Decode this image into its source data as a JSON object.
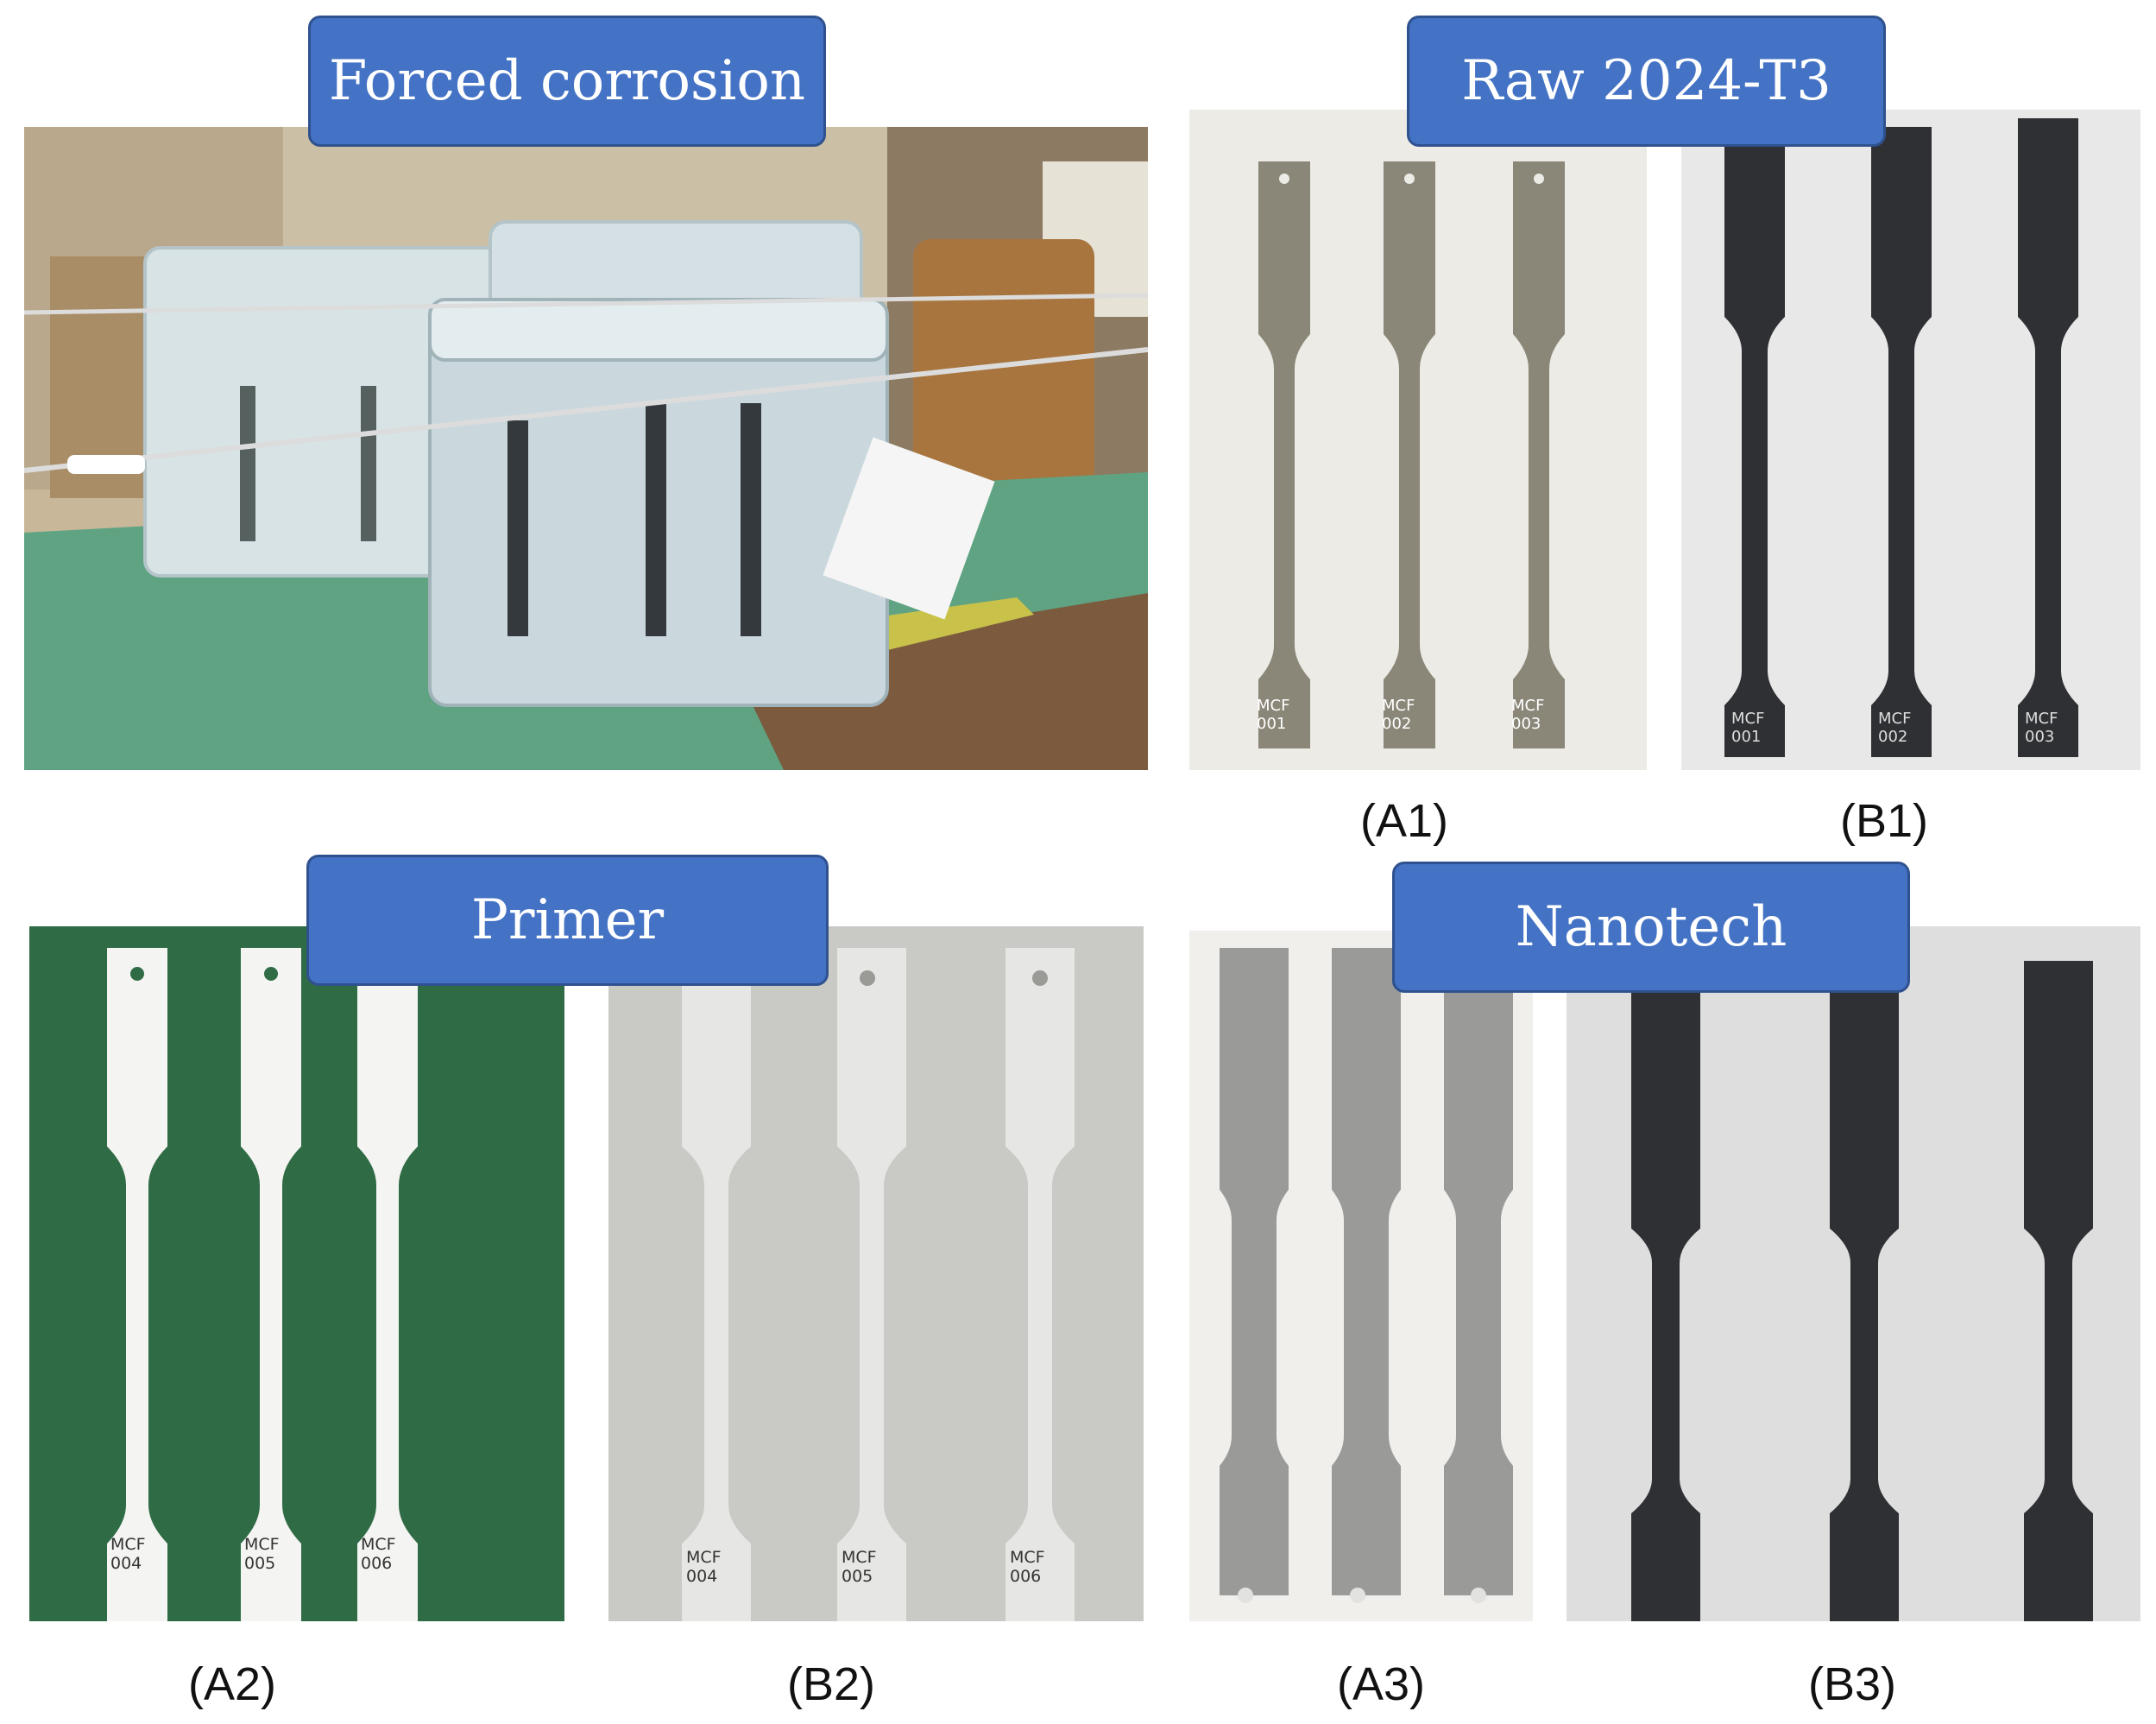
{
  "banners": {
    "forced_corrosion": "Forced corrosion",
    "raw": "Raw 2024-T3",
    "primer": "Primer",
    "nanotech": "Nanotech"
  },
  "captions": {
    "a1": "(A1)",
    "b1": "(B1)",
    "a2": "(A2)",
    "b2": "(B2)",
    "a3": "(A3)",
    "b3": "(B3)"
  },
  "labels": {
    "raw": [
      "MCF 001",
      "MCF 002",
      "MCF 003"
    ],
    "primer": [
      "MCF 004",
      "MCF 005",
      "MCF 006"
    ]
  },
  "colors": {
    "banner_fill": "#4472c4",
    "table_green": "#5fa382",
    "corroded": "#2e3033",
    "primer_white": "#f4f4f2"
  }
}
